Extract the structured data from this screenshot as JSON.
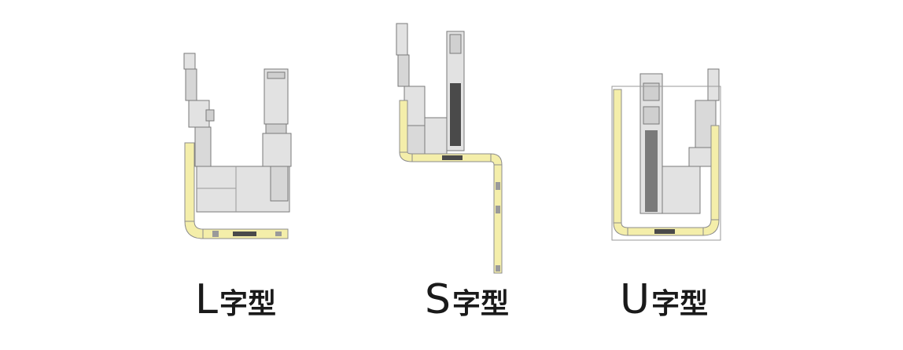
{
  "colors": {
    "belt": "#f4eeaa",
    "belt_outline": "#8c8c8c",
    "machine": "#e2e2e2",
    "machine_dark": "#c9c9c9",
    "outline": "#7a7a7a",
    "dark": "#4a4a4a",
    "text": "#1a1a1a"
  },
  "layouts": [
    {
      "id": "l-shape",
      "letter": "L",
      "suffix": "字型"
    },
    {
      "id": "s-shape",
      "letter": "S",
      "suffix": "字型"
    },
    {
      "id": "u-shape",
      "letter": "U",
      "suffix": "字型"
    }
  ]
}
